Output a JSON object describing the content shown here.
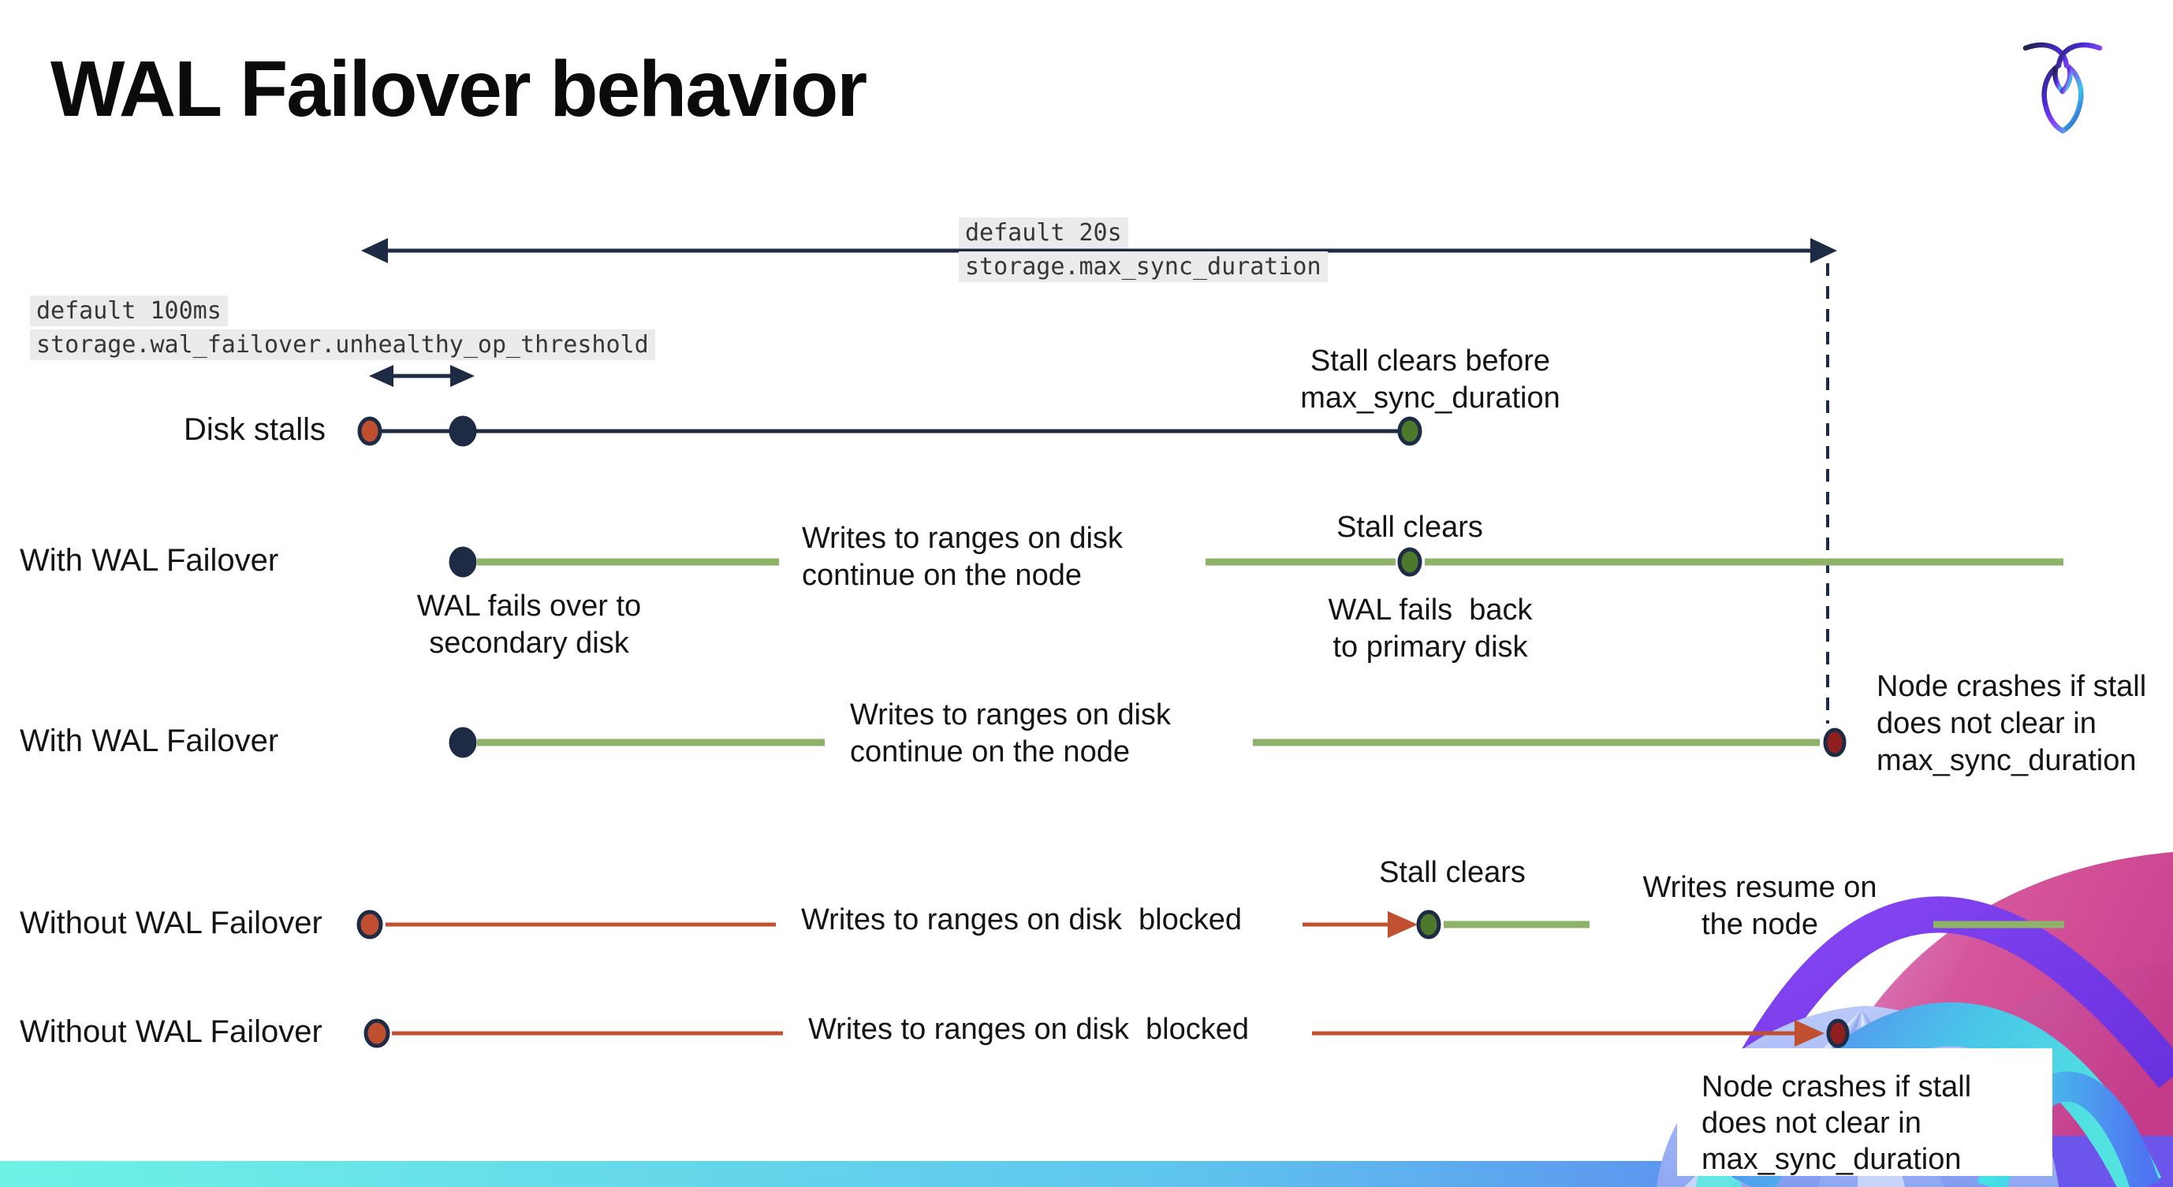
{
  "page": {
    "title": "WAL Failover behavior"
  },
  "brand": {
    "logo": "cockroachdb-logo"
  },
  "config_labels": {
    "max_sync": {
      "line1": "default 20s",
      "line2": "storage.max_sync_duration"
    },
    "unhealthy_op": {
      "line1": "default 100ms",
      "line2": "storage.wal_failover.unhealthy_op_threshold"
    }
  },
  "rows": [
    {
      "label": "Disk stalls"
    },
    {
      "label": "With WAL Failover"
    },
    {
      "label": "With WAL Failover"
    },
    {
      "label": "Without WAL Failover"
    },
    {
      "label": "Without WAL Failover"
    }
  ],
  "annotations": {
    "stall_clears_before": [
      "Stall clears before",
      "max_sync_duration"
    ],
    "writes_continue_r2": [
      "Writes to ranges on disk",
      "continue on the node"
    ],
    "stall_clears_r2": "Stall clears",
    "wal_fails_over": [
      "WAL fails over to",
      "secondary disk"
    ],
    "wal_fails_back": [
      "WAL fails  back",
      "to primary disk"
    ],
    "writes_continue_r3": [
      "Writes to ranges on disk",
      "continue on the node"
    ],
    "node_crashes_r3": [
      "Node crashes if stall",
      "does not clear in",
      "max_sync_duration"
    ],
    "writes_blocked_r4": "Writes to ranges on disk  blocked",
    "stall_clears_r4": "Stall clears",
    "writes_resume": [
      "Writes resume on",
      "the node"
    ],
    "writes_blocked_r5": "Writes to ranges on disk  blocked",
    "node_crashes_r5": [
      "Node crashes if stall",
      "does not clear in",
      "max_sync_duration"
    ]
  },
  "colors": {
    "navy": "#1e2b45",
    "green_line": "#8fb269",
    "green_dot": "#4c792c",
    "red": "#c0502f",
    "dark_red": "#8f1f1f",
    "label_bg": "#ebebeb",
    "bar_left": "#6ef2e6",
    "bar_mid": "#5ec4ee",
    "bar_right": "#5b66f1"
  }
}
